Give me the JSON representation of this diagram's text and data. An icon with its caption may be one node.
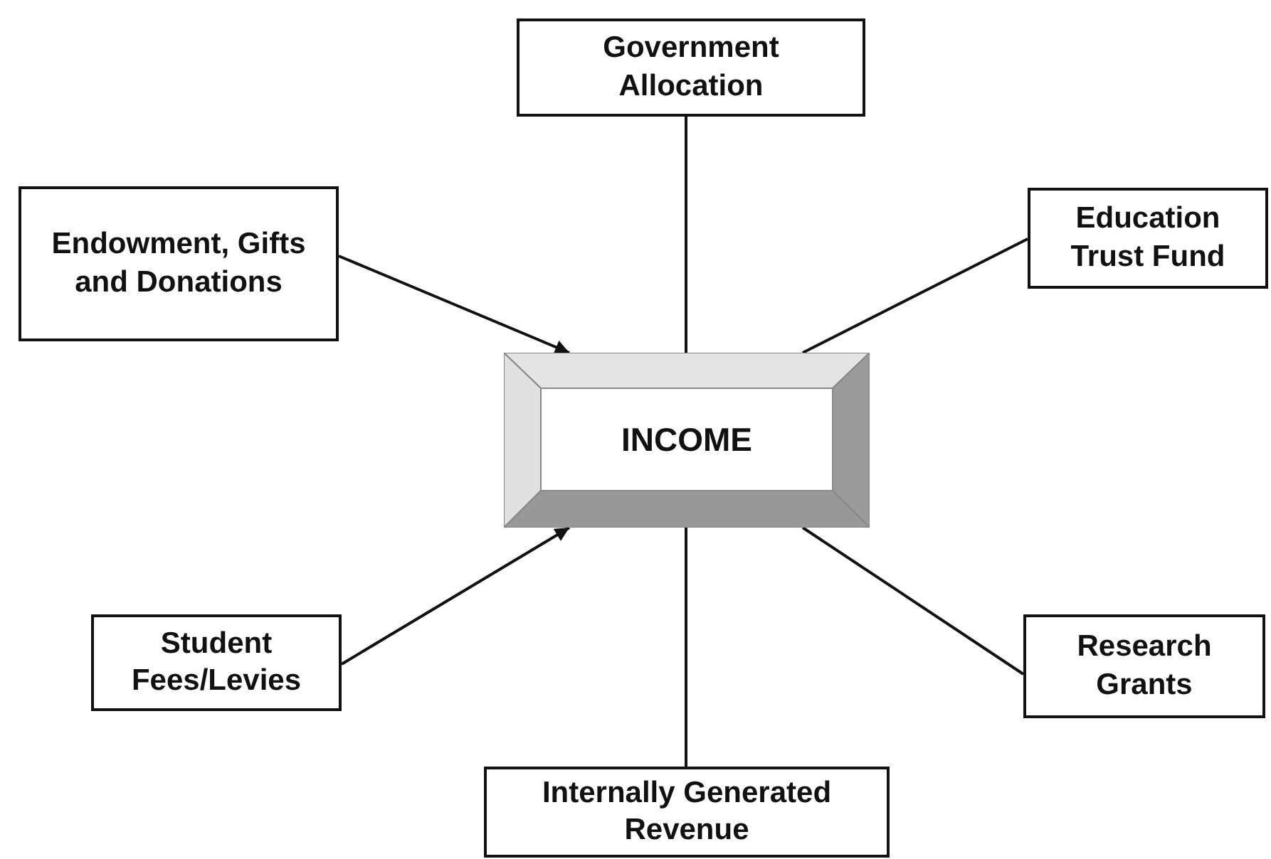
{
  "diagram": {
    "nodes": [
      {
        "text": [
          "Government Allocation"
        ]
      },
      {
        "text": [
          "Endowment, Gifts and Donations"
        ]
      },
      {
        "text": [
          "Education Trust Fund"
        ]
      },
      {
        "text": [
          "INCOME"
        ]
      },
      {
        "text": [
          "Student Fees/Levies"
        ]
      },
      {
        "text": [
          "Research Grants"
        ]
      },
      {
        "text": [
          "Internally Generated Revenue"
        ]
      }
    ],
    "edges": [
      {
        "from": 0,
        "to": 3,
        "arrow": "none"
      },
      {
        "from": 1,
        "to": 3,
        "arrow": "to"
      },
      {
        "from": 2,
        "to": 3,
        "arrow": "none"
      },
      {
        "from": 4,
        "to": 3,
        "arrow": "to"
      },
      {
        "from": 5,
        "to": 3,
        "arrow": "none"
      },
      {
        "from": 6,
        "to": 3,
        "arrow": "none"
      }
    ]
  }
}
